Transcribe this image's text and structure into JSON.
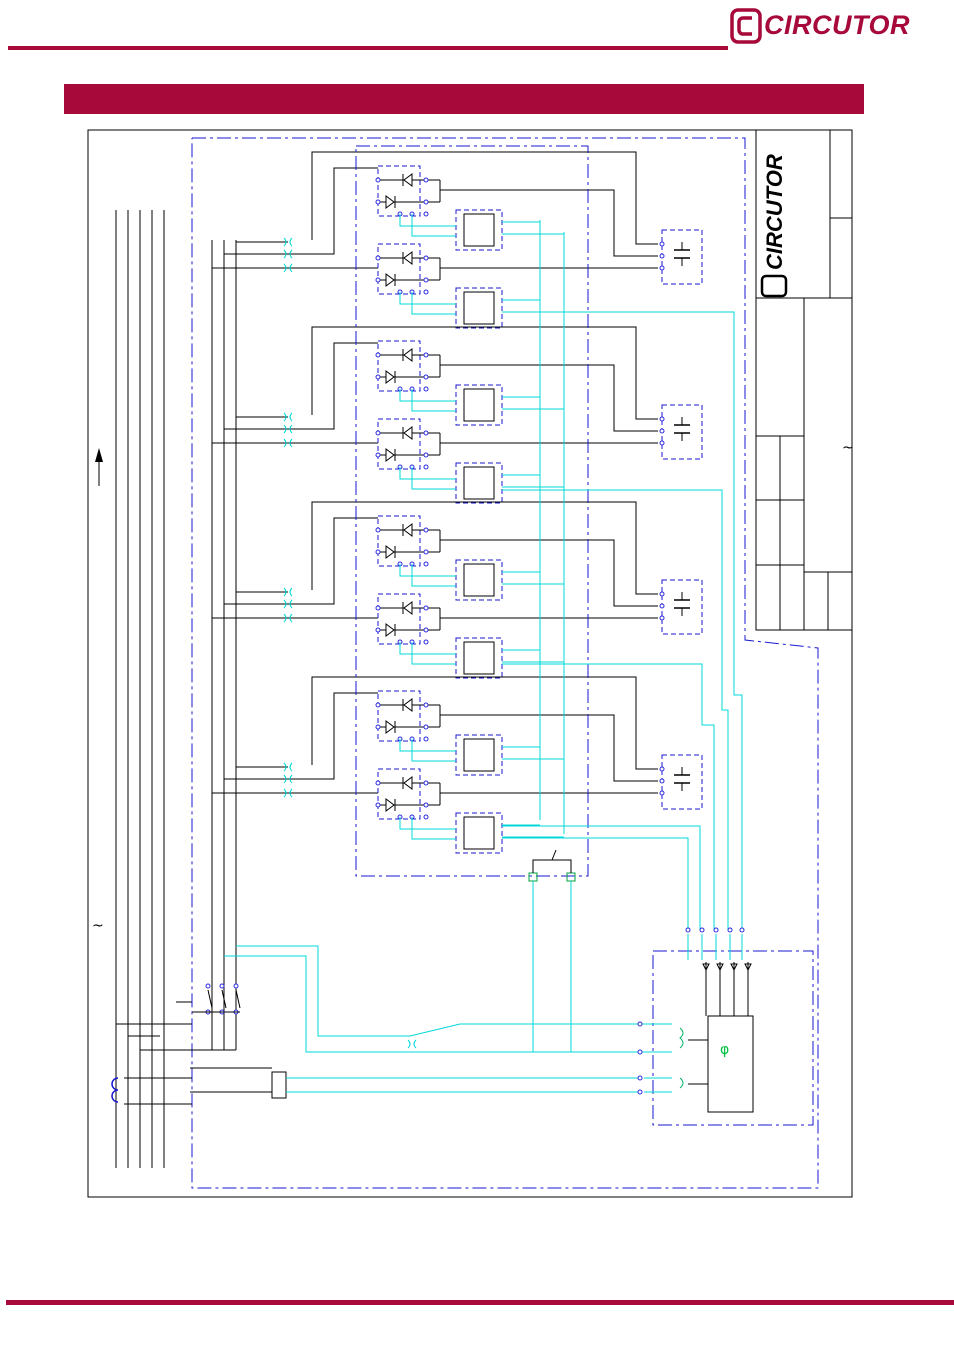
{
  "brand": {
    "name": "CIRCUTOR",
    "color": "#a6093a"
  },
  "colors": {
    "wire": "#000000",
    "control_wire": "#00d8d8",
    "dashed_box": "#1a1ad0",
    "terminal": "#2a2ae0",
    "banner": "#a6093a"
  },
  "diagram": {
    "supply_symbol": "~",
    "stages": 4,
    "titleblock_symbol": "~",
    "controller_symbol": "φ"
  }
}
